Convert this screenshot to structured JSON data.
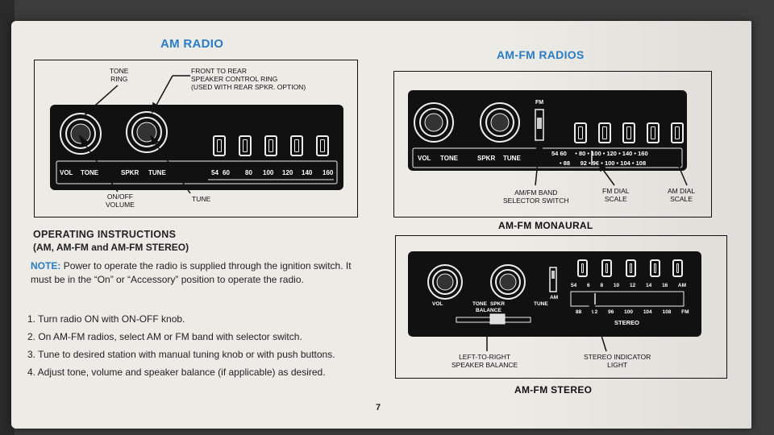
{
  "left": {
    "heading": "AM RADIO",
    "diagram": {
      "captions": {
        "tone_ring": "TONE\nRING",
        "front_rear": "FRONT TO REAR\nSPEAKER CONTROL RING\n(USED WITH REAR SPKR. OPTION)",
        "onoff": "ON/OFF\nVOLUME",
        "tune": "TUNE"
      },
      "panel_labels": [
        "VOL",
        "TONE",
        "SPKR",
        "TUNE"
      ],
      "scale": [
        "54",
        "60",
        "80",
        "100",
        "120",
        "140",
        "160"
      ]
    },
    "instructions": {
      "title": "OPERATING INSTRUCTIONS",
      "subtitle": "(AM, AM-FM and AM-FM STEREO)",
      "note_label": "NOTE:",
      "note_text": "Power to operate the radio is supplied through the ignition switch. It must be in the “On” or “Accessory” position to operate the radio.",
      "steps": [
        "1. Turn radio ON with ON-OFF knob.",
        "2. On AM-FM radios, select AM or FM band with selector switch.",
        "3. Tune to desired station with manual tuning knob or with push buttons.",
        "4. Adjust tone, volume and speaker balance (if applicable) as desired."
      ]
    },
    "page_number": "7"
  },
  "right": {
    "heading": "AM-FM RADIOS",
    "mono": {
      "fm_label": "FM",
      "panel_labels": [
        "VOL",
        "TONE",
        "SPKR",
        "TUNE"
      ],
      "am_row": [
        "54",
        "60",
        "•",
        "80",
        "•",
        "100",
        "•",
        "120",
        "•",
        "140",
        "•",
        "160"
      ],
      "fm_row": [
        "•",
        "88",
        "92",
        "•",
        "96",
        "•",
        "100",
        "•",
        "104",
        "•",
        "108"
      ],
      "captions": {
        "band": "AM/FM BAND\nSELECTOR SWITCH",
        "fm_dial": "FM DIAL\nSCALE",
        "am_dial": "AM DIAL\nSCALE"
      },
      "title": "AM-FM MONAURAL"
    },
    "stereo": {
      "am_label": "AM",
      "panel_labels": [
        "VOL",
        "TONE",
        "SPKR",
        "TUNE"
      ],
      "balance_label": "BALANCE",
      "am_row": [
        "54",
        "6",
        "8",
        "10",
        "12",
        "14",
        "16",
        "AM"
      ],
      "fm_row": [
        "88",
        "92",
        "96",
        "100",
        "104",
        "108",
        "FM"
      ],
      "stereo_label": "STEREO",
      "captions": {
        "balance": "LEFT-TO-RIGHT\nSPEAKER BALANCE",
        "indicator": "STEREO INDICATOR\nLIGHT"
      },
      "title": "AM-FM STEREO"
    }
  }
}
